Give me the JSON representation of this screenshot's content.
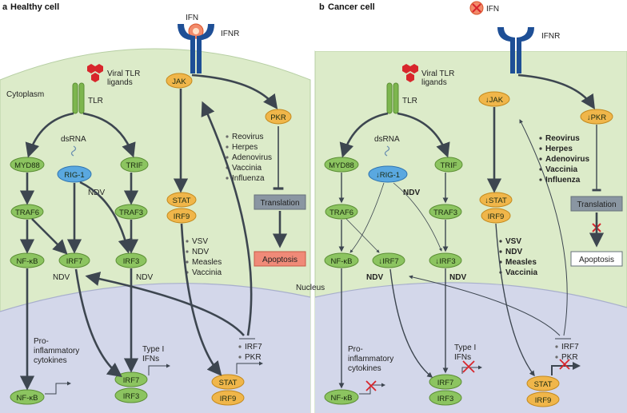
{
  "panel_a": {
    "letter": "a",
    "title": "Healthy cell",
    "ifn": "IFN",
    "ifnr": "IFNR",
    "jak": "JAK",
    "viral_tlr": "Viral TLR",
    "ligands": "ligands",
    "cytoplasm": "Cytoplasm",
    "tlr": "TLR",
    "pkr": "PKR",
    "dsrna": "dsRNA",
    "myd88": "MYD88",
    "rig1": "RIG-1",
    "trif": "TRIF",
    "ndv": "NDV",
    "traf6": "TRAF6",
    "traf3": "TRAF3",
    "nfkb": "NF-κB",
    "irf7": "IRF7",
    "irf3": "IRF3",
    "stat": "STAT",
    "irf9": "IRF9",
    "viruses_pkr": [
      "Reovirus",
      "Herpes",
      "Adenovirus",
      "Vaccinia",
      "Influenza"
    ],
    "viruses_stat": [
      "VSV",
      "NDV",
      "Measles",
      "Vaccinia"
    ],
    "translation": "Translation",
    "apoptosis": "Apoptosis",
    "pro": "Pro-",
    "inflammatory": "inflammatory",
    "cytokines": "cytokines",
    "type1": "Type I",
    "ifns": "IFNs",
    "targets": [
      "IRF7",
      "PKR"
    ]
  },
  "panel_b": {
    "letter": "b",
    "title": "Cancer cell",
    "ifn": "IFN",
    "ifnr": "IFNR",
    "jak": "↓JAK",
    "viral_tlr": "Viral TLR",
    "ligands": "ligands",
    "tlr": "TLR",
    "pkr": "↓PKR",
    "dsrna": "dsRNA",
    "myd88": "MYD88",
    "rig1": "↓RIG-1",
    "trif": "TRIF",
    "ndv": "NDV",
    "traf6": "TRAF6",
    "traf3": "TRAF3",
    "nfkb": "NF-κB",
    "irf7": "↓IRF7",
    "irf3": "↓IRF3",
    "stat_c": "↓STAT",
    "irf9": "IRF9",
    "viruses_pkr": [
      "Reovirus",
      "Herpes",
      "Adenovirus",
      "Vaccinia",
      "Influenza"
    ],
    "viruses_stat": [
      "VSV",
      "NDV",
      "Measles",
      "Vaccinia"
    ],
    "translation": "Translation",
    "apoptosis": "Apoptosis",
    "nucleus": "Nucleus",
    "pro": "Pro-",
    "inflammatory": "inflammatory",
    "cytokines": "cytokines",
    "type1": "Type I",
    "ifns": "IFNs",
    "irf7_n": "IRF7",
    "irf3_n": "IRF3",
    "stat_n": "STAT",
    "targets": [
      "IRF7",
      "PKR"
    ]
  },
  "colors": {
    "cytoplasm": "#dcebc9",
    "nucleus": "#d3d7ea",
    "green_node": "#8cc460",
    "orange_node": "#f0b64a",
    "blue_node": "#5aa8e0",
    "receptor": "#1e4f96",
    "virus_red": "#d8262c",
    "arrow": "#3d4650",
    "translation_box": "#8a96a2",
    "apoptosis_box": "#f08a78"
  }
}
